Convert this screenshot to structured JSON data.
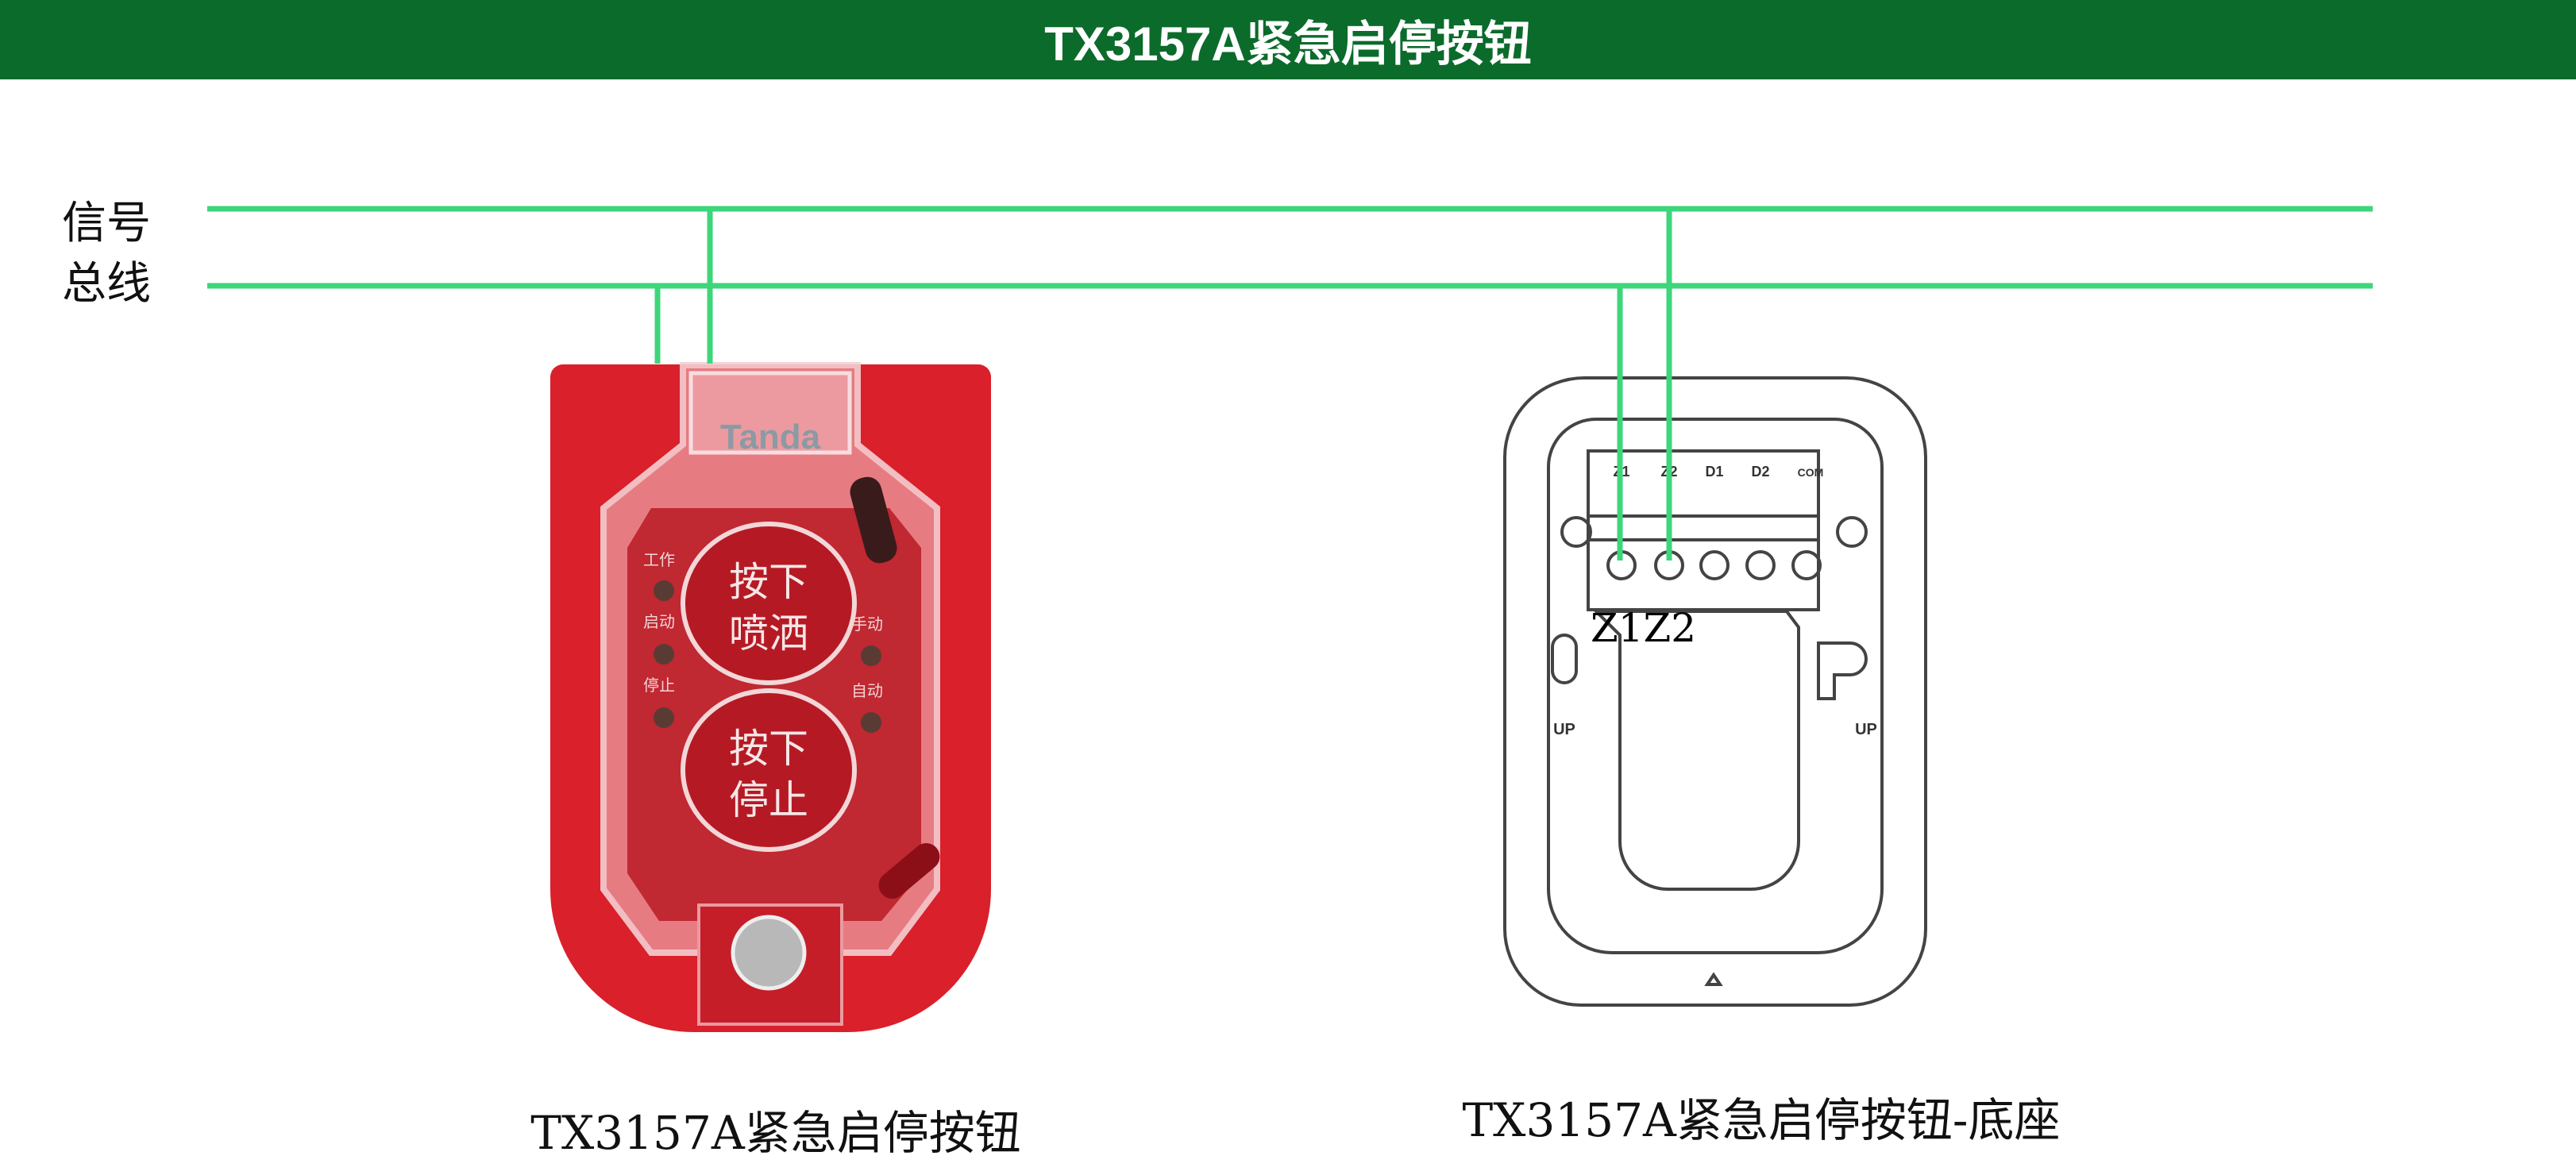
{
  "header": {
    "title": "TX3157A紧急启停按钮"
  },
  "bus": {
    "label_line1": "信号",
    "label_line2": "总线",
    "color": "#3dd67a"
  },
  "device": {
    "brand": "Tanda",
    "button1": [
      "按下",
      "喷洒"
    ],
    "button2": [
      "按下",
      "停止"
    ],
    "leds_left": [
      "工作",
      "启动",
      "停止"
    ],
    "leds_right": [
      "手动",
      "自动"
    ],
    "body_color": "#d9202b",
    "caption": "TX3157A紧急启停按钮"
  },
  "base": {
    "terminals": [
      "Z1",
      "Z2",
      "D1",
      "D2",
      "COM"
    ],
    "wire_label": "Z1Z2",
    "up_label": "UP",
    "caption": "TX3157A紧急启停按钮-底座"
  }
}
